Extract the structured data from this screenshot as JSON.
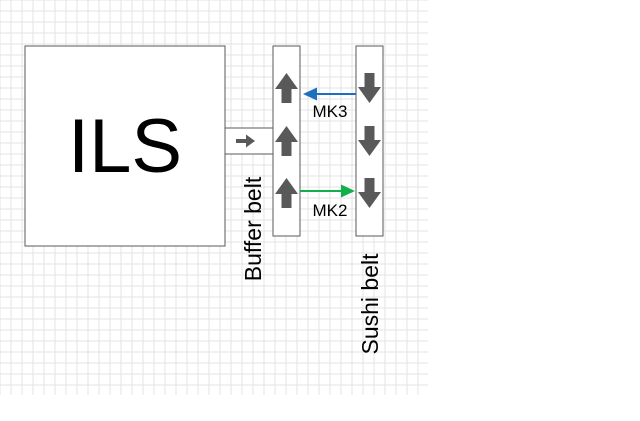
{
  "boxes": {
    "main_label": "ILS"
  },
  "belts": {
    "buffer_label": "Buffer belt",
    "sushi_label": "Sushi belt"
  },
  "arrows": {
    "mk3_label": "MK3",
    "mk2_label": "MK2"
  },
  "colors": {
    "grid_line": "#e3e3e3",
    "outline": "#5a5a5a",
    "block_arrow": "#595959",
    "mk3_arrow": "#1f6fbf",
    "mk2_arrow": "#12b04c",
    "text": "#000000"
  },
  "icons": {
    "belt_direction_up": "up-block-arrow",
    "belt_direction_down": "down-block-arrow",
    "feed": "right-arrow"
  }
}
